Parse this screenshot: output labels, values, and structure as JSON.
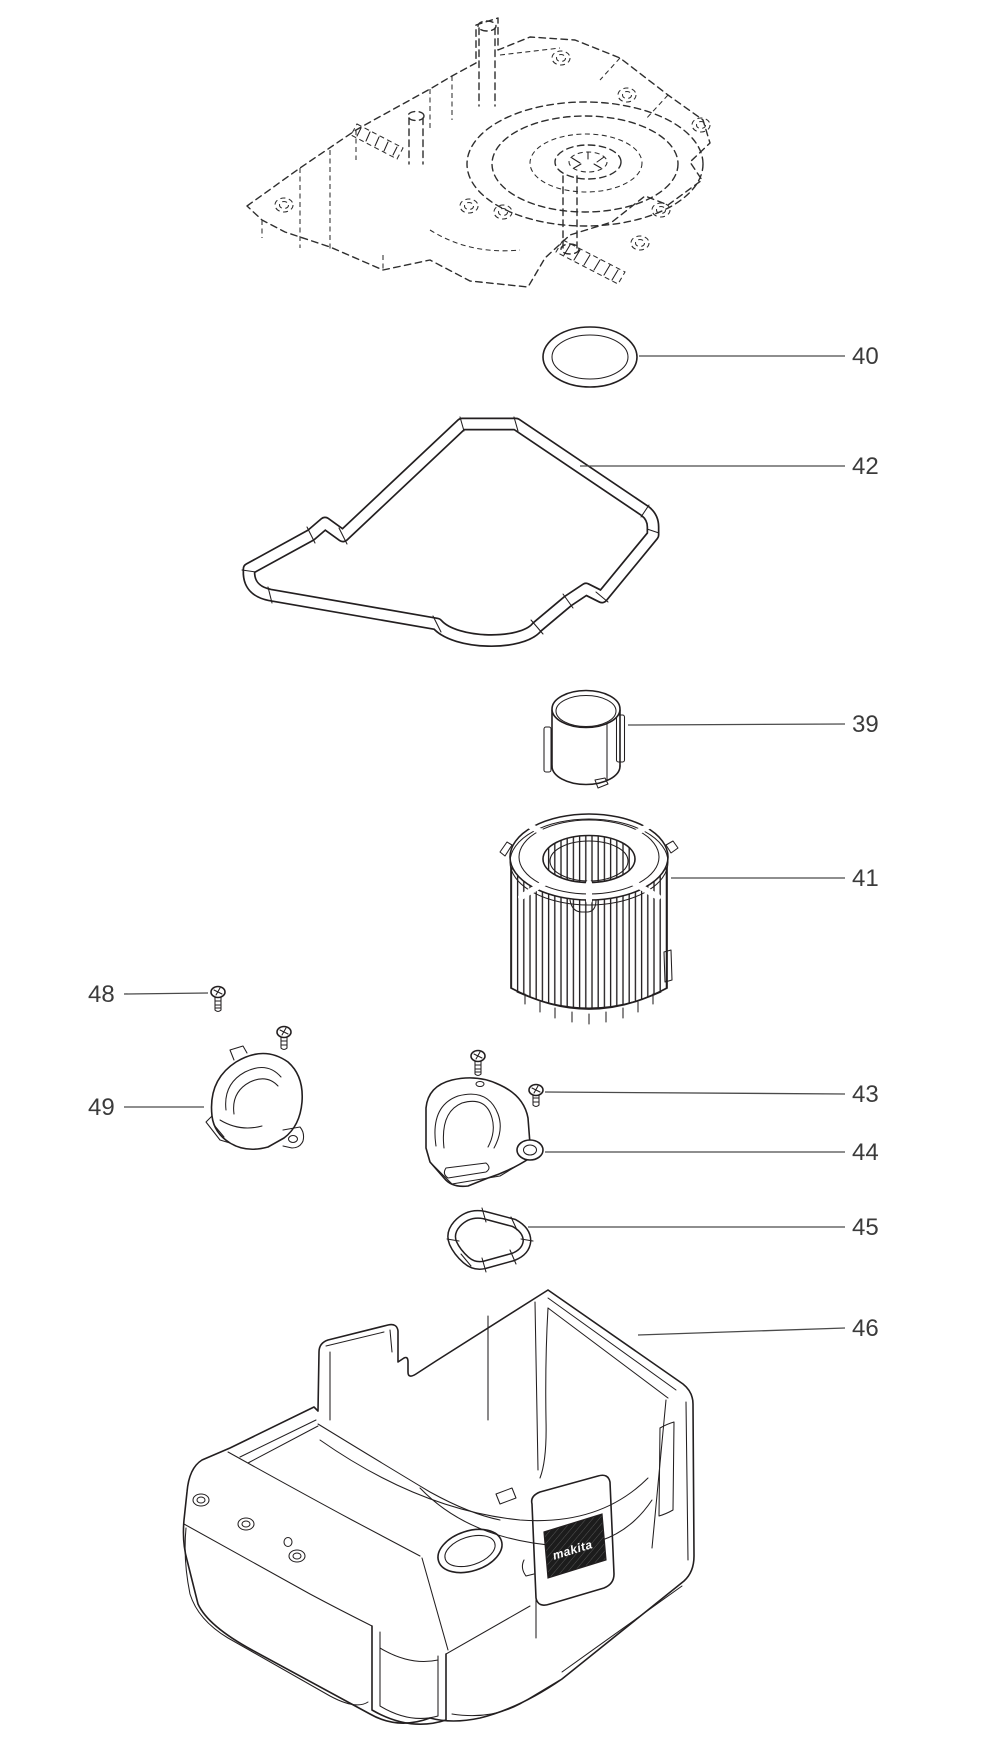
{
  "diagram": {
    "background": "#ffffff",
    "line_color": "#231f20",
    "label_color": "#3b3b3b",
    "brand_text": "makita",
    "callouts": [
      {
        "label": "40"
      },
      {
        "label": "42"
      },
      {
        "label": "39"
      },
      {
        "label": "41"
      },
      {
        "label": "48"
      },
      {
        "label": "49"
      },
      {
        "label": "43"
      },
      {
        "label": "44"
      },
      {
        "label": "45"
      },
      {
        "label": "46"
      }
    ]
  }
}
